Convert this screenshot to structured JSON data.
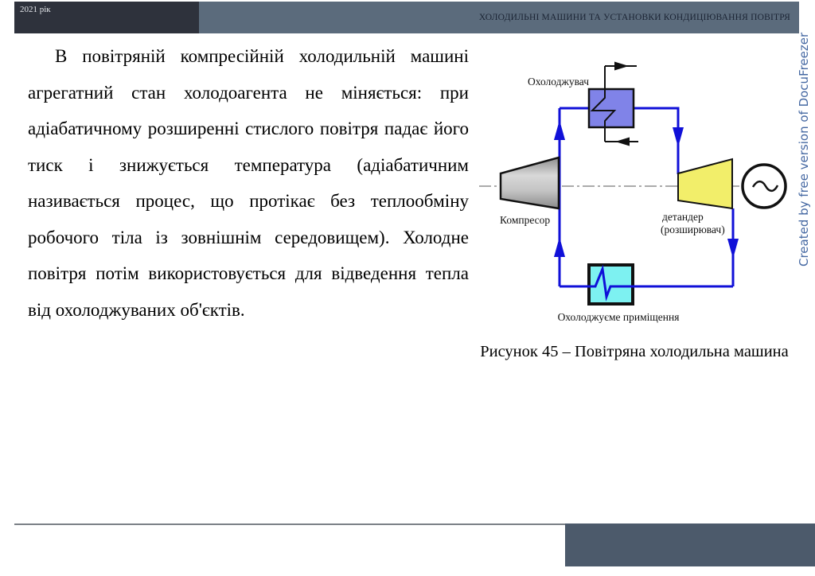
{
  "header": {
    "year_label": "2021 рік",
    "title": "ХОЛОДИЛЬНІ МАШИНИ ТА УСТАНОВКИ КОНДИЦІЮВАННЯ ПОВІТРЯ"
  },
  "watermark": "Created by free version of DocuFreezer",
  "body_text": {
    "paragraph": "В повітряній компресійній холодильній машині агрегатний стан холодоагента не міняється: при адіабатичному розширенні стислого повітря падає його тиск і знижується температура (адіабатичним називається процес, що протікає без теплообміну робочого тіла із зовнішнім середовищем). Холодне повітря потім використовується для відведення тепла від охолоджуваних об'єктів."
  },
  "figure": {
    "labels": {
      "cooler": "Охолоджувач",
      "compressor": "Компресор",
      "expander_line1": "детандер",
      "expander_line2": "(розширювач)",
      "cooled_room": "Охолоджуєме приміщення"
    },
    "caption": "Рисунок 45 – Повітряна холодильна машина",
    "colors": {
      "cooler_fill": "#8083e8",
      "cooled_room_fill": "#7df1f1",
      "expander_fill": "#f2ee6a",
      "pipe_blue": "#1010d8"
    }
  }
}
